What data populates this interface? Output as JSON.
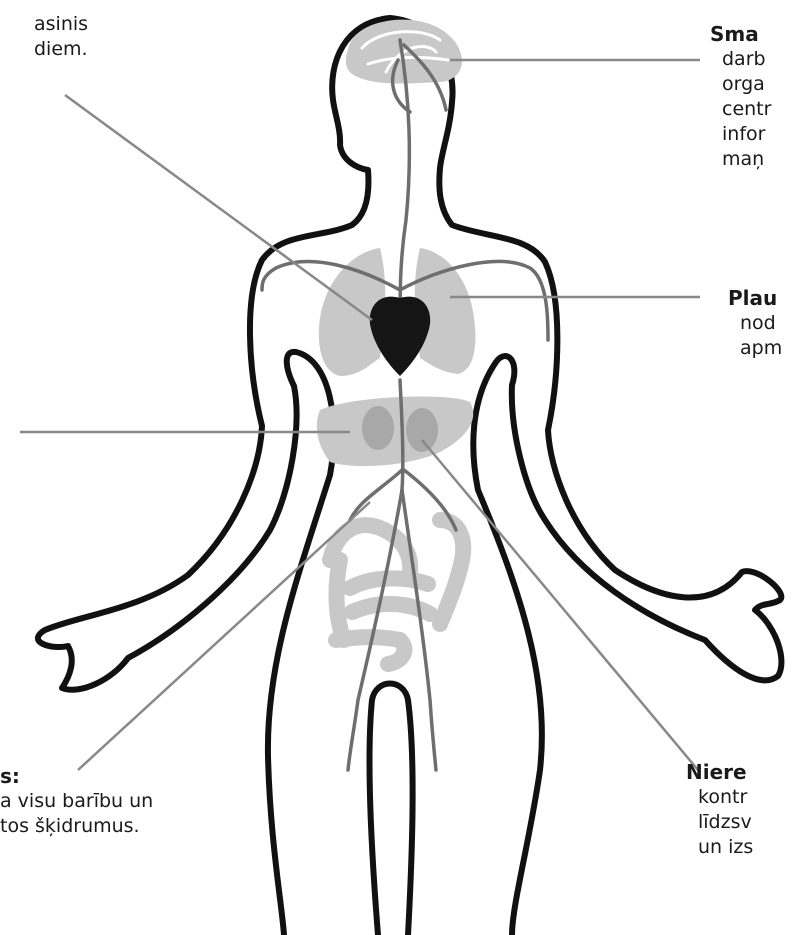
{
  "labels": {
    "heart": {
      "lines": [
        "asinis",
        "diem."
      ]
    },
    "brain": {
      "title": "Sma",
      "lines": [
        "darb",
        "orga",
        "centr",
        "infor",
        "maņ"
      ]
    },
    "lungs": {
      "title": "Plau",
      "lines": [
        "nod",
        "apm"
      ]
    },
    "kidneys": {
      "title": "Niere",
      "lines": [
        "kontr",
        "līdzsv",
        "un izs"
      ]
    },
    "intestines": {
      "title": "s:",
      "lines": [
        "a visu barību un",
        "tos šķidrumus."
      ]
    }
  },
  "colors": {
    "outline": "#111111",
    "organ": "#c8c8c8",
    "vessel": "#6e6e6e",
    "heart": "#151515",
    "leader": "#888888"
  }
}
